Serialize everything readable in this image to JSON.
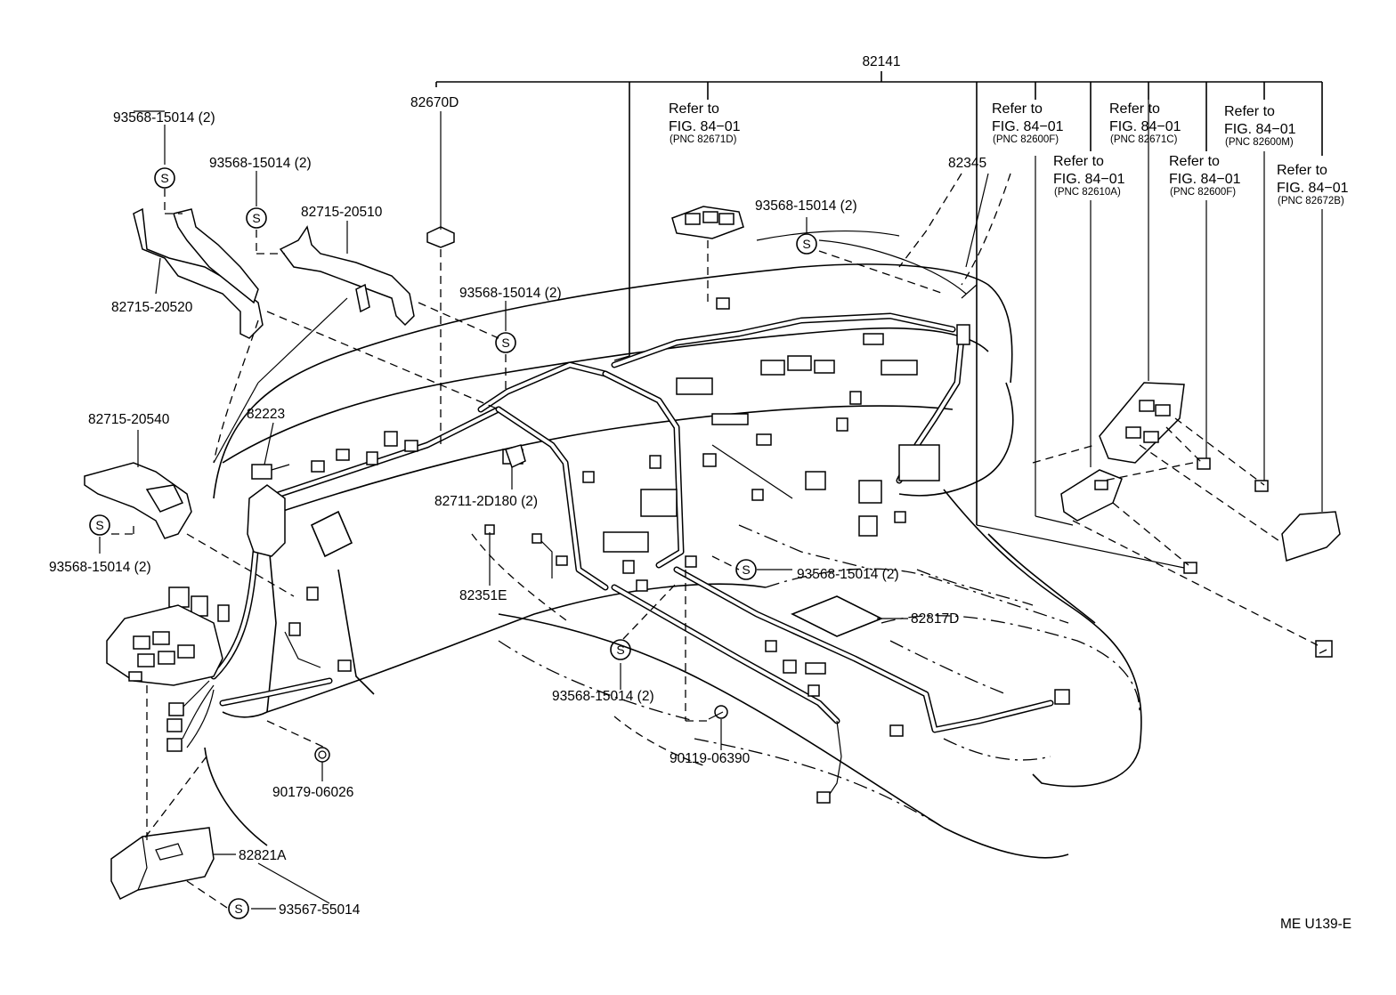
{
  "diagram": {
    "main_part": "82141",
    "labels": {
      "p82670D": "82670D",
      "p82345": "82345",
      "p82223": "82223",
      "p82351E": "82351E",
      "p82817D": "82817D",
      "p82821A": "82821A",
      "p82715_20520": "82715-20520",
      "p82715_20510": "82715-20510",
      "p82715_20540": "82715-20540",
      "p82711_2D180": "82711-2D180 (2)",
      "p90119_06390": "90119-06390",
      "p90179_06026": "90179-06026",
      "p93567_55014": "93567-55014",
      "screw": "93568-15014 (2)",
      "screw_symbol": "S"
    },
    "refs": [
      {
        "line1": "Refer to",
        "line2": "FIG. 84−01",
        "pnc": "(PNC 82671D)"
      },
      {
        "line1": "Refer to",
        "line2": "FIG. 84−01",
        "pnc": "(PNC 82600F)"
      },
      {
        "line1": "Refer to",
        "line2": "FIG. 84−01",
        "pnc": "(PNC 82671C)"
      },
      {
        "line1": "Refer to",
        "line2": "FIG. 84−01",
        "pnc": "(PNC 82600M)"
      },
      {
        "line1": "Refer to",
        "line2": "FIG. 84−01",
        "pnc": "(PNC 82610A)"
      },
      {
        "line1": "Refer to",
        "line2": "FIG. 84−01",
        "pnc": "(PNC 82600F)"
      },
      {
        "line1": "Refer to",
        "line2": "FIG. 84−01",
        "pnc": "(PNC 82672B)"
      }
    ],
    "code": "ME U139-E"
  }
}
